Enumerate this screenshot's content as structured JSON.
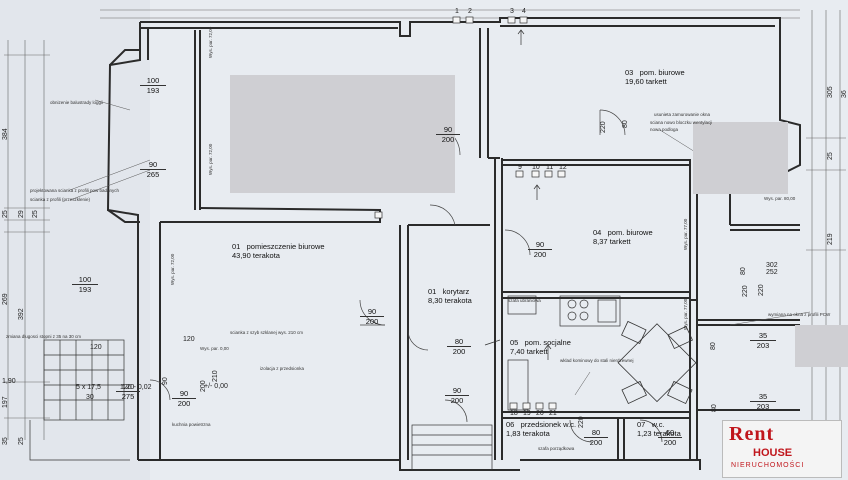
{
  "rooms": [
    {
      "id": "r01",
      "name": "pomieszczenie biurowe",
      "number": "01",
      "area": "43,90",
      "floor": "terakota"
    },
    {
      "id": "r01b",
      "name": "korytarz",
      "number": "01",
      "area": "8,30",
      "floor": "terakota"
    },
    {
      "id": "r03",
      "name": "pom. biurowe",
      "number": "03",
      "area": "19,60",
      "floor": "tarkett"
    },
    {
      "id": "r04",
      "name": "pom. biurowe",
      "number": "04",
      "area": "8,37",
      "floor": "tarkett"
    },
    {
      "id": "r05",
      "name": "pom. socjalne",
      "number": "05",
      "area": "7,40",
      "floor": "tarkett"
    },
    {
      "id": "r06",
      "name": "przedsionek w.c.",
      "number": "06",
      "area": "1,83",
      "floor": "terakota"
    },
    {
      "id": "r07",
      "name": "w.c.",
      "number": "07",
      "area": "1,23",
      "floor": "terakota"
    }
  ],
  "doors": [
    {
      "id": "d1",
      "w": "90",
      "h": "200"
    },
    {
      "id": "d2",
      "w": "90",
      "h": "200"
    },
    {
      "id": "d3",
      "w": "90",
      "h": "200"
    },
    {
      "id": "d4",
      "w": "80",
      "h": "200"
    },
    {
      "id": "d5",
      "w": "90",
      "h": "200"
    },
    {
      "id": "d6",
      "w": "80",
      "h": "200"
    },
    {
      "id": "d7",
      "w": "60",
      "h": "200"
    },
    {
      "id": "d8",
      "w": "100",
      "h": "193"
    },
    {
      "id": "d9",
      "w": "90",
      "h": "265"
    },
    {
      "id": "d10",
      "w": "100",
      "h": "193"
    },
    {
      "id": "d11",
      "w": "35",
      "h": "203"
    },
    {
      "id": "d12",
      "w": "35",
      "h": "203"
    },
    {
      "id": "d13",
      "w": "90",
      "h": "200"
    },
    {
      "id": "d14",
      "w": "120",
      "h": "275"
    }
  ],
  "dimensions": {
    "left_stack": [
      "384",
      "25",
      "29",
      "25",
      "269",
      "392",
      "197",
      "35",
      "25"
    ],
    "right_stack": [
      "305",
      "25",
      "219",
      "36"
    ],
    "stairs": "5 x 17,5",
    "stairs2": "30",
    "d120": "120",
    "d120b": "120",
    "d002": "120 - 0,02",
    "level": "+/- 0,00",
    "x190": "1,90",
    "h210": "210",
    "h220a": "220",
    "h220b": "220",
    "h220c": "220",
    "h220d": "220",
    "d80a": "80",
    "d80b": "80",
    "d80c": "80",
    "d80d": "80",
    "d60": "60",
    "w302": "302",
    "w252": "252",
    "d200": "200",
    "d90s": "90"
  },
  "notes": {
    "n_loggia": "obnizenie balustrady loggii",
    "n_profile": "projektowana scianka z profili pow badanych",
    "n_wall_top": "scianka z profili (przeszklenie)",
    "n_sill": "Wys. par. 72,00",
    "n_sill2": "Wys. par. 80,00",
    "n_sill3": "Wys. par. 77,00",
    "n_sill4": "Wys. par. 0,00",
    "n_sill5": "Wys. par. 72,00",
    "n_side": "Wys. par. 72,00",
    "n_side2": "Wys. par. 77,00",
    "n_glass": "scianka z szyb szklanej wys. 210 cm",
    "n_insul": "izolacja z przedsionka",
    "n_sockets": "sciana nowo bloczku wentylacji",
    "n_floor": "nowa podloga",
    "n_chimney": "wklad kominowy do stali nierdzewnej",
    "n_cabinet": "szafa ubraniowa",
    "n_cabinet2": "szafa porządkowa",
    "n_stairs_top": "zmiana dlugosci stopni z 35 na 30 cm",
    "n_window": "wymiana na okna z profili PCW",
    "n_repl": "usunieta zamurowanie okna",
    "n_kitchen": "kuchnia powietrzna"
  },
  "grid_numbers": {
    "top": [
      "1",
      "2",
      "3",
      "4"
    ],
    "mid": [
      "9",
      "10",
      "11",
      "12"
    ],
    "low": [
      "18",
      "19",
      "20",
      "21"
    ]
  },
  "logo": {
    "line1": "Rent",
    "line2": "HOUSE",
    "line3": "NIERUCHOMOŚCI"
  },
  "colors": {
    "paper": "#e8ecf1",
    "wall": "#2b2b2b",
    "dimension": "#555",
    "redaction": "#cfcfd3",
    "logo": "#c0161c"
  }
}
